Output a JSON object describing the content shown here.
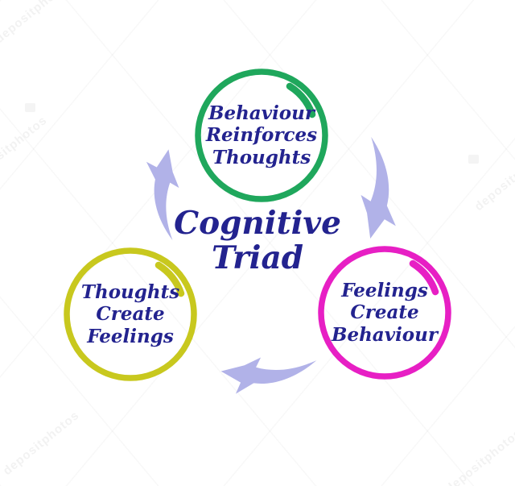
{
  "diagram": {
    "type": "cycle-diagram",
    "title": {
      "lines": [
        "Cognitive",
        "Triad"
      ],
      "color": "#23238f"
    }
  },
  "nodes": [
    {
      "id": "behaviour-reinforces-thoughts",
      "position": "top",
      "lines": [
        "Behaviour",
        "Reinforces",
        "Thoughts"
      ],
      "ring_color": "#1fa75c"
    },
    {
      "id": "thoughts-create-feelings",
      "position": "bottom-left",
      "lines": [
        "Thoughts",
        "Create",
        "Feelings"
      ],
      "ring_color": "#c8c81e"
    },
    {
      "id": "feelings-create-behaviour",
      "position": "bottom-right",
      "lines": [
        "Feelings",
        "Create",
        "Behaviour"
      ],
      "ring_color": "#e71fc4"
    }
  ],
  "arrows": [
    {
      "id": "left-to-top",
      "direction": "up-right"
    },
    {
      "id": "top-to-right",
      "direction": "down-left"
    },
    {
      "id": "right-to-left",
      "direction": "left"
    }
  ],
  "colors": {
    "background": "#ffffff",
    "text": "#23238f",
    "arrow": "#b1b2e8"
  },
  "watermark": {
    "text": "depositphotos"
  }
}
